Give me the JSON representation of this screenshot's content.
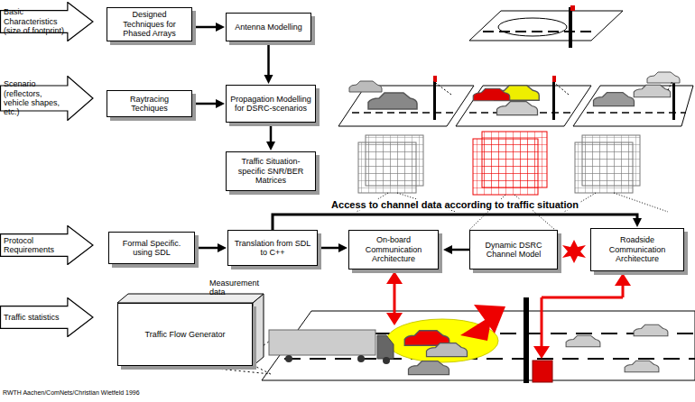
{
  "diagram": {
    "nodes": [
      {
        "text": [
          "Basic Characteristics (size of footprint)"
        ]
      },
      {
        "text": [
          "Designed Techniques for Phased Arrays"
        ]
      },
      {
        "text": [
          "Antenna Modelling"
        ]
      },
      {
        "text": [
          "Scenario (reflectors, vehicle shapes, etc.)"
        ]
      },
      {
        "text": [
          "Raytracing Techiques"
        ]
      },
      {
        "text": [
          "Propagation Modelling for DSRC-scenarios"
        ]
      },
      {
        "text": [
          "Traffic Situation-specific SNR/BER Matrices"
        ]
      },
      {
        "text": [
          "Protocol Requirements"
        ]
      },
      {
        "text": [
          "Formal Specific. using SDL"
        ]
      },
      {
        "text": [
          "Translation from SDL to C++"
        ]
      },
      {
        "text": [
          "On-board Communication Architecture"
        ]
      },
      {
        "text": [
          "Dynamic DSRC Channel Model"
        ]
      },
      {
        "text": [
          "Roadside Communication Architecture"
        ]
      },
      {
        "text": [
          "Traffic statistics"
        ]
      },
      {
        "text": [
          "Traffic Flow Generator"
        ]
      }
    ],
    "edges": [
      {
        "from": 1,
        "to": 2,
        "arrow": "to"
      },
      {
        "from": 2,
        "to": 5,
        "arrow": "to"
      },
      {
        "from": 4,
        "to": 5,
        "arrow": "to"
      },
      {
        "from": 5,
        "to": 6,
        "arrow": "to"
      },
      {
        "from": 8,
        "to": 9,
        "arrow": "to"
      },
      {
        "from": 9,
        "to": 10,
        "arrow": "to"
      },
      {
        "from": 11,
        "to": 10,
        "arrow": "to"
      },
      {
        "from": 9,
        "to": 12,
        "label": "Access to channel data according to traffic situation",
        "arrow": "to"
      }
    ],
    "labels": [
      "Measurement data",
      "RWTH Aachen/ComNets/Christian Wietfeld 1996"
    ]
  }
}
